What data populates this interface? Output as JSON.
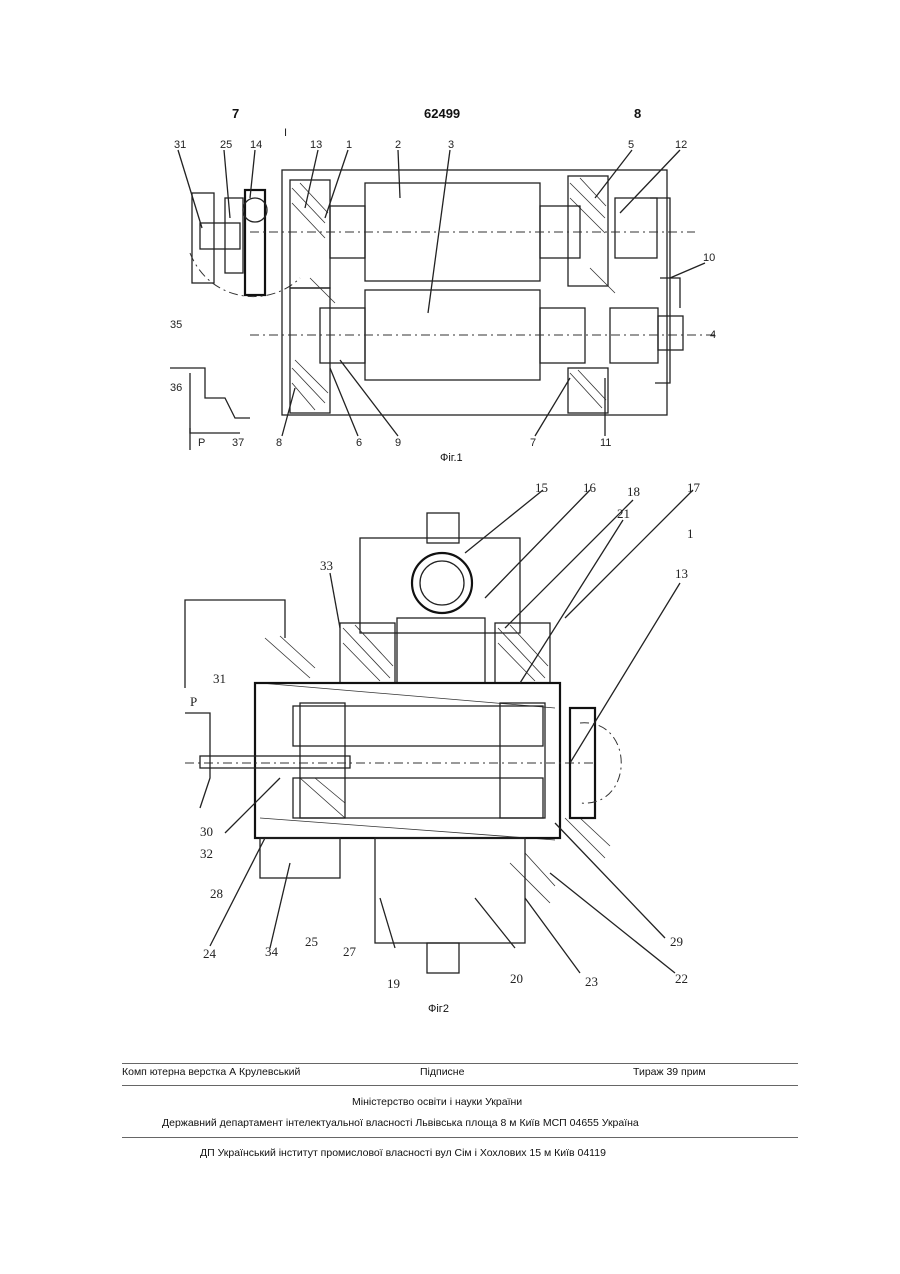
{
  "header": {
    "left_page": "7",
    "patent_number": "62499",
    "right_page": "8"
  },
  "figures": [
    {
      "caption": "Фіг.1",
      "labels": [
        "31",
        "25",
        "14",
        "I",
        "13",
        "1",
        "2",
        "3",
        "5",
        "12",
        "10",
        "4",
        "35",
        "36",
        "37",
        "P",
        "8",
        "6",
        "9",
        "7",
        "11"
      ]
    },
    {
      "caption": "Фіг2",
      "labels": [
        "15",
        "16",
        "18",
        "17",
        "21",
        "1",
        "13",
        "33",
        "31",
        "P",
        "30",
        "32",
        "28",
        "24",
        "34",
        "25",
        "27",
        "19",
        "20",
        "23",
        "22",
        "29"
      ]
    }
  ],
  "footer": {
    "layout_by": "Комп ютерна верстка А  Крулевський",
    "signed": "Підписне",
    "circulation": "Тираж 39 прим",
    "ministry": "Міністерство освіти і науки України",
    "department": "Державний департамент інтелектуальної власності  Львівська площа  8  м  Київ  МСП  04655  Україна",
    "institute": "ДП  Український інститут промислової власності   вул  Сім і Хохлових  15  м  Київ  04119"
  }
}
